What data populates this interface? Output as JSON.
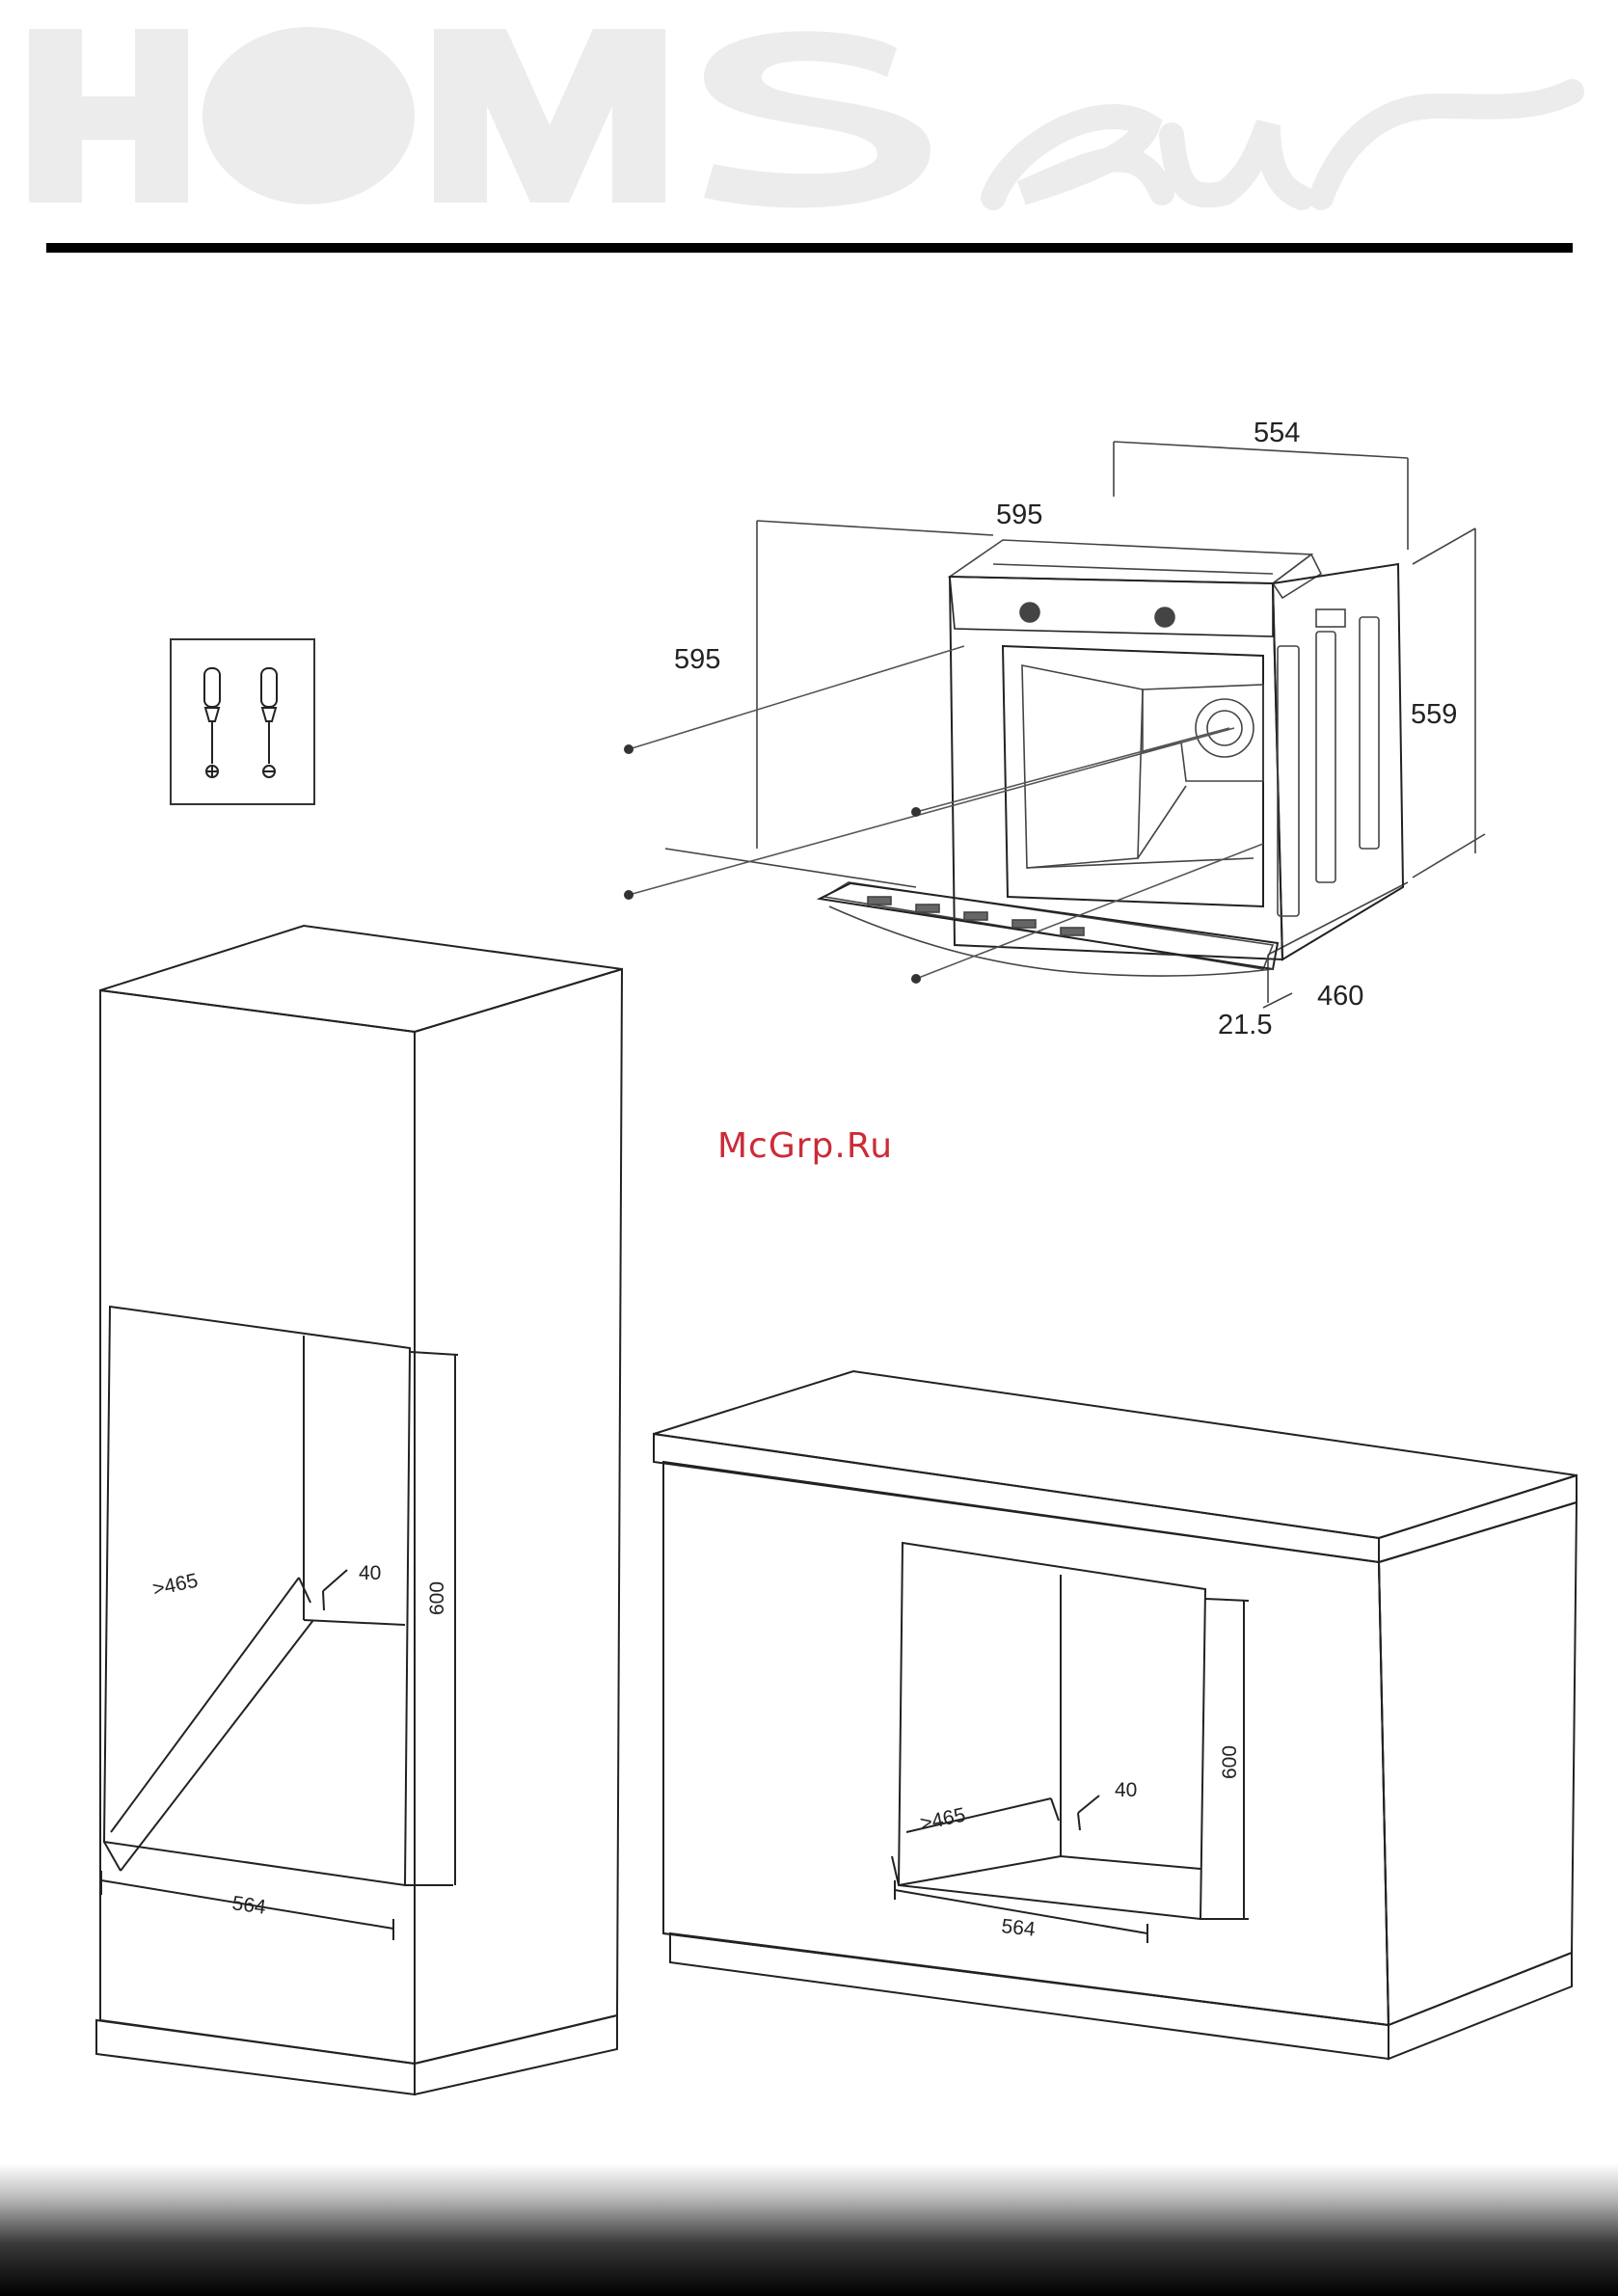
{
  "brand": {
    "logo_text": "HOMSair"
  },
  "watermark": "McGrp.Ru",
  "oven_dimensions": {
    "top_depth": "554",
    "front_width": "595",
    "height": "595",
    "side_height": "559",
    "side_depth": "460",
    "door_thickness": "21.5"
  },
  "tall_cabinet": {
    "depth_label": ">465",
    "gap_label": "40",
    "height_label": "600",
    "width_label": "564"
  },
  "base_cabinet": {
    "depth_label": ">465",
    "gap_label": "40",
    "height_label": "600",
    "width_label": "564"
  }
}
